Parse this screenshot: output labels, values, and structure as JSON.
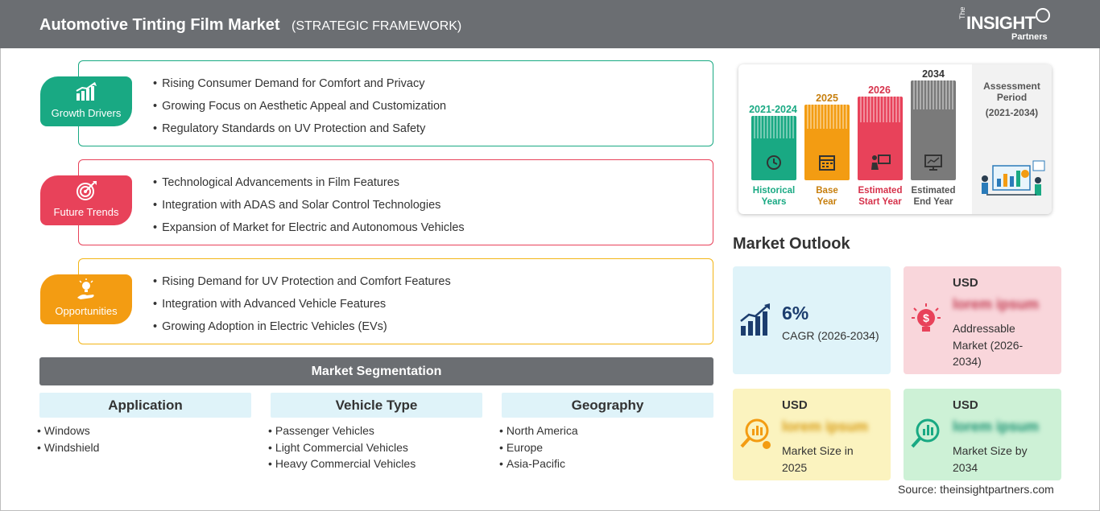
{
  "header": {
    "title": "Automotive Tinting Film Market",
    "subtitle": "(STRATEGIC FRAMEWORK)",
    "logo": {
      "the": "The",
      "insight": "INSIGHT",
      "partners": "Partners"
    }
  },
  "framework": [
    {
      "label": "Growth Drivers",
      "icon": "growth-chart-icon",
      "color": "#19a983",
      "items": [
        "Rising Consumer Demand for Comfort and Privacy",
        "Growing Focus on Aesthetic Appeal and Customization",
        "Regulatory Standards on UV Protection and Safety"
      ]
    },
    {
      "label": "Future Trends",
      "icon": "target-icon",
      "color": "#e8425a",
      "items": [
        "Technological Advancements in Film Features",
        "Integration with ADAS and Solar Control Technologies",
        "Expansion of Market for Electric and Autonomous Vehicles"
      ]
    },
    {
      "label": "Opportunities",
      "icon": "lightbulb-hand-icon",
      "color": "#f39c12",
      "items": [
        "Rising Demand for UV Protection and Comfort Features",
        "Integration with Advanced Vehicle Features",
        "Growing Adoption in Electric Vehicles (EVs)"
      ]
    }
  ],
  "segmentation": {
    "title": "Market Segmentation",
    "columns": [
      {
        "title": "Application",
        "items": [
          "Windows",
          "Windshield"
        ]
      },
      {
        "title": "Vehicle Type",
        "items": [
          "Passenger Vehicles",
          "Light Commercial Vehicles",
          "Heavy Commercial Vehicles"
        ]
      },
      {
        "title": "Geography",
        "items": [
          "North America",
          "Europe",
          "Asia-Pacific"
        ]
      }
    ]
  },
  "timeline": {
    "periods": [
      {
        "year": "2021-2024",
        "label_line1": "Historical",
        "label_line2": "Years",
        "color": "#19a983",
        "icon": "history-icon"
      },
      {
        "year": "2025",
        "label_line1": "Base",
        "label_line2": "Year",
        "color": "#f39c12",
        "icon": "calendar-icon"
      },
      {
        "year": "2026",
        "label_line1": "Estimated",
        "label_line2": "Start Year",
        "color": "#e8425a",
        "icon": "presentation-icon"
      },
      {
        "year": "2034",
        "label_line1": "Estimated",
        "label_line2": "End Year",
        "color": "#7a7a7a",
        "icon": "monitor-chart-icon"
      }
    ],
    "assessment_title": "Assessment Period",
    "assessment_range": "(2021-2034)"
  },
  "outlook": {
    "title": "Market Outlook",
    "cagr": {
      "value": "6%",
      "label": "CAGR (2026-2034)",
      "bg": "#dff3f9",
      "icon": "growth-bars-icon"
    },
    "addressable": {
      "currency": "USD",
      "value": "lorem ipsum",
      "label_line1": "Addressable",
      "label_line2": "Market (2026-",
      "label_line3": "2034)",
      "bg": "#f9d6db",
      "icon": "dollar-bulb-icon"
    },
    "size_2025": {
      "currency": "USD",
      "value": "lorem ipsum",
      "label_line1": "Market Size in",
      "label_line2": "2025",
      "bg": "#fbf3bf",
      "icon": "magnifier-coins-icon"
    },
    "size_2034": {
      "currency": "USD",
      "value": "lorem ipsum",
      "label_line1": "Market Size by",
      "label_line2": "2034",
      "bg": "#cdf1d6",
      "icon": "magnifier-chart-icon"
    }
  },
  "source": "Source: theinsightpartners.com"
}
